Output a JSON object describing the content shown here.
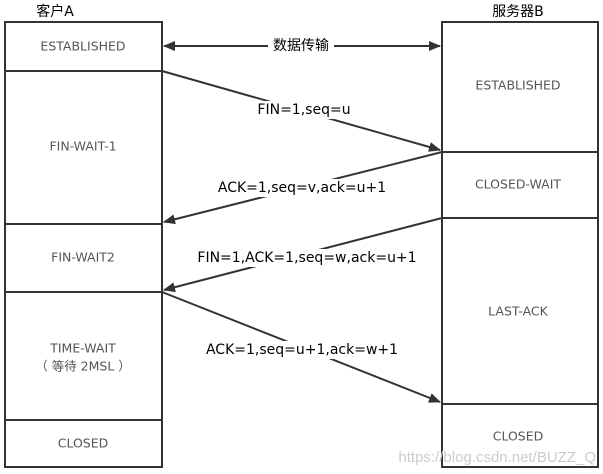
{
  "client": {
    "title": "客户A",
    "states": [
      "ESTABLISHED",
      "FIN-WAIT-1",
      "FIN-WAIT2",
      "TIME-WAIT",
      "（ 等待 2MSL ）",
      "CLOSED"
    ]
  },
  "server": {
    "title": "服务器B",
    "states": [
      "ESTABLISHED",
      "CLOSED-WAIT",
      "LAST-ACK",
      "CLOSED"
    ]
  },
  "messages": {
    "data_transfer": "数据传输",
    "fin1": "FIN=1,seq=u",
    "ack1": "ACK=1,seq=v,ack=u+1",
    "fin2": "FIN=1,ACK=1,seq=w,ack=u+1",
    "ack2": "ACK=1,seq=u+1,ack=w+1"
  },
  "watermark": "https://blog.csdn.net/BUZZ_Q"
}
